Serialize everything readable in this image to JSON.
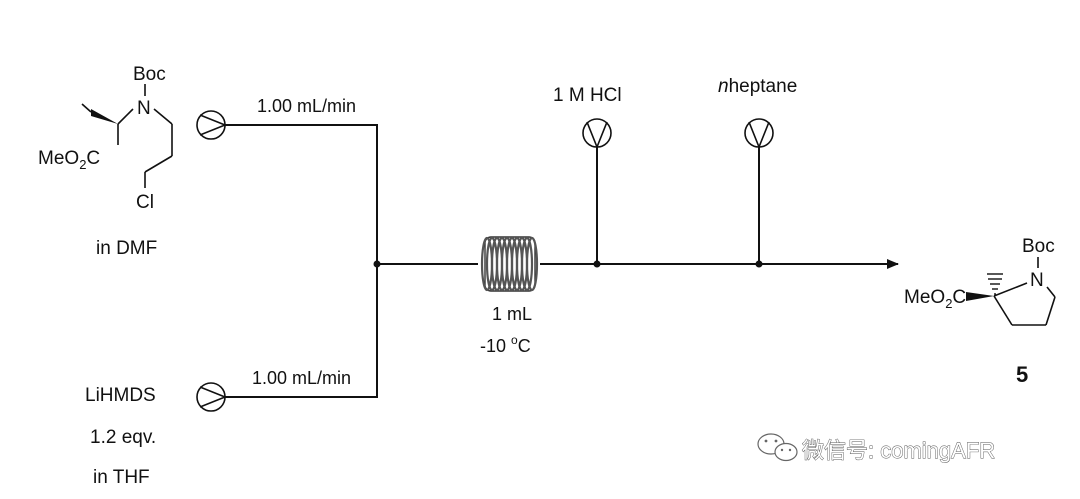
{
  "reagents": {
    "top": {
      "solvent": "in DMF",
      "flow_rate": "1.00 mL/min",
      "atoms": {
        "boc": "Boc",
        "n": "N",
        "meo2c": "MeO",
        "sub2": "2",
        "c": "C",
        "cl": "Cl"
      }
    },
    "bottom": {
      "line1": "LiHMDS",
      "line2": "1.2 eqv.",
      "line3": "in THF",
      "flow_rate": "1.00 mL/min"
    }
  },
  "reactor": {
    "volume": "1 mL",
    "temperature": "-10 ",
    "temperature_sup": "o",
    "temperature_unit": "C"
  },
  "quench": {
    "label": "1 M HCl"
  },
  "extraction": {
    "label_italic": "n",
    "label_rest": "heptane"
  },
  "product": {
    "id": "5",
    "atoms": {
      "boc": "Boc",
      "n": "N",
      "meo2c": "MeO",
      "sub2": "2",
      "c": "C"
    }
  },
  "watermark": "微信号: comingAFR",
  "colors": {
    "line": "#111111",
    "coil": "#666666",
    "background": "#ffffff"
  }
}
